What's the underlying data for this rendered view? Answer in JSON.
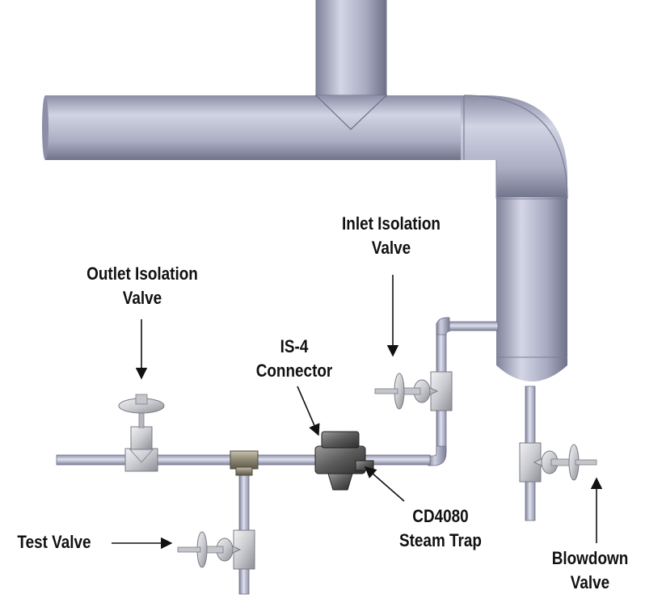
{
  "labels": {
    "inlet_isolation_valve": [
      "Inlet Isolation",
      "Valve"
    ],
    "outlet_isolation_valve": [
      "Outlet Isolation",
      "Valve"
    ],
    "is4_connector": [
      "IS-4",
      "Connector"
    ],
    "cd4080_steam_trap": [
      "CD4080",
      "Steam Trap"
    ],
    "test_valve": [
      "Test Valve"
    ],
    "blowdown_valve": [
      "Blowdown",
      "Valve"
    ]
  }
}
